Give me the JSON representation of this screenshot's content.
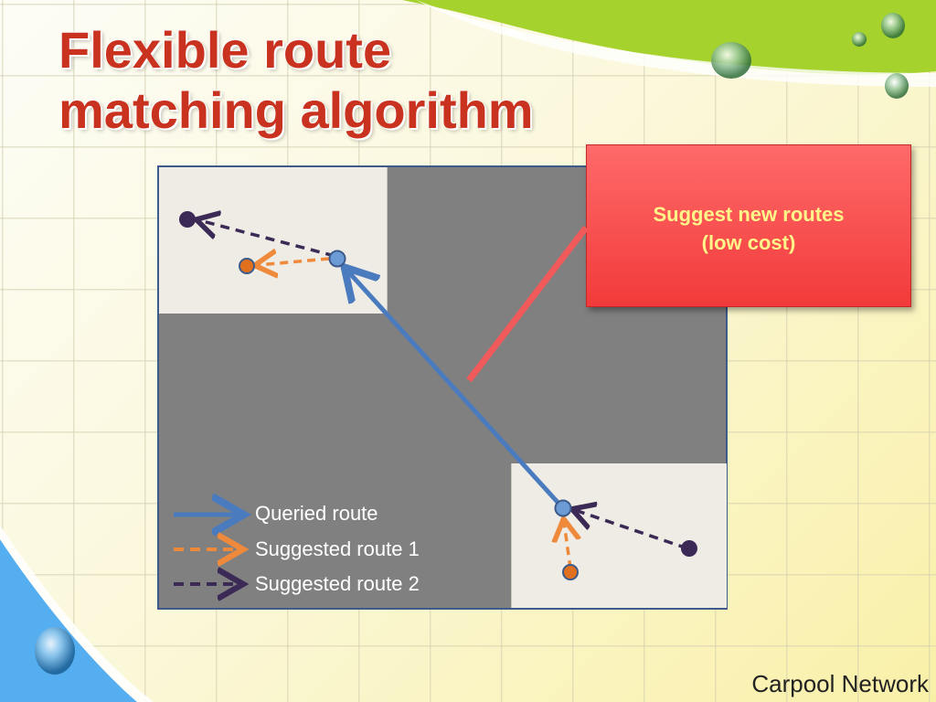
{
  "slide": {
    "title": "Flexible route\nmatching algorithm",
    "footer": "Carpool Network"
  },
  "callout": {
    "line1": "Suggest new routes",
    "line2": "(low cost)"
  },
  "legend": [
    {
      "label": "Queried route",
      "color": "#4a7bbf",
      "style": "solid"
    },
    {
      "label": "Suggested route 1",
      "color": "#ef8a3c",
      "style": "dashed"
    },
    {
      "label": "Suggested route 2",
      "color": "#3b2a55",
      "style": "dashed"
    }
  ],
  "colors": {
    "title": "#c8321e",
    "callout_fill": "#f04848",
    "callout_text": "#fff68a",
    "callout_pointer": "#f05a5a",
    "map_background": "#808080",
    "zone_background": "#eeece4"
  },
  "decorations": [
    "green-swoosh",
    "blue-swoosh",
    "water-droplet-icon"
  ]
}
